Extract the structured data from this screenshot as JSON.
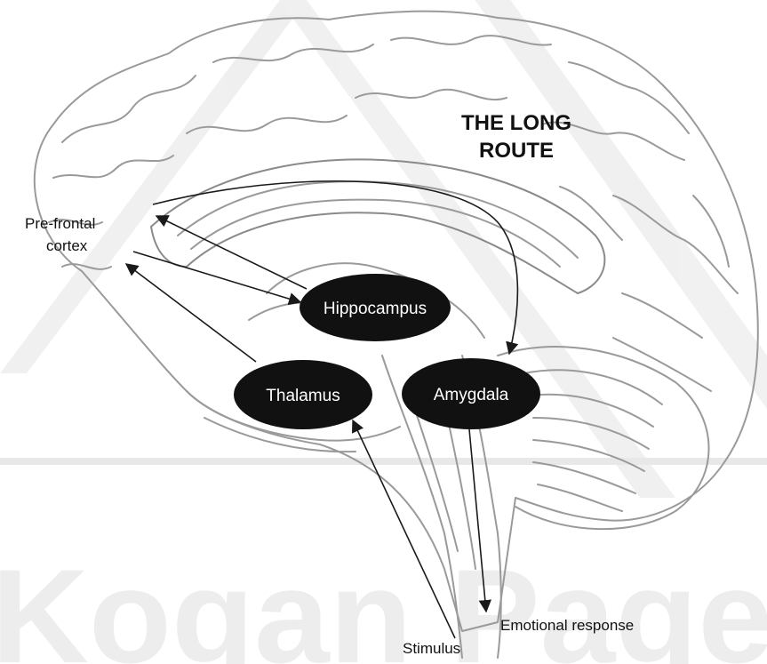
{
  "diagram": {
    "title_lines": [
      "THE LONG",
      "ROUTE"
    ],
    "nodes": {
      "hippocampus": "Hippocampus",
      "thalamus": "Thalamus",
      "amygdala": "Amygdala"
    },
    "labels": {
      "prefrontal_lines": [
        "Pre-frontal",
        "cortex"
      ],
      "stimulus": "Stimulus",
      "emotional_response": "Emotional response"
    },
    "colors": {
      "node_fill": "#111111",
      "node_text": "#ffffff",
      "arrow": "#1a1a1a",
      "brain_line": "#9a9a9a",
      "watermark": "#e4e4e4"
    }
  },
  "watermark": {
    "text": "Kogan Page"
  }
}
